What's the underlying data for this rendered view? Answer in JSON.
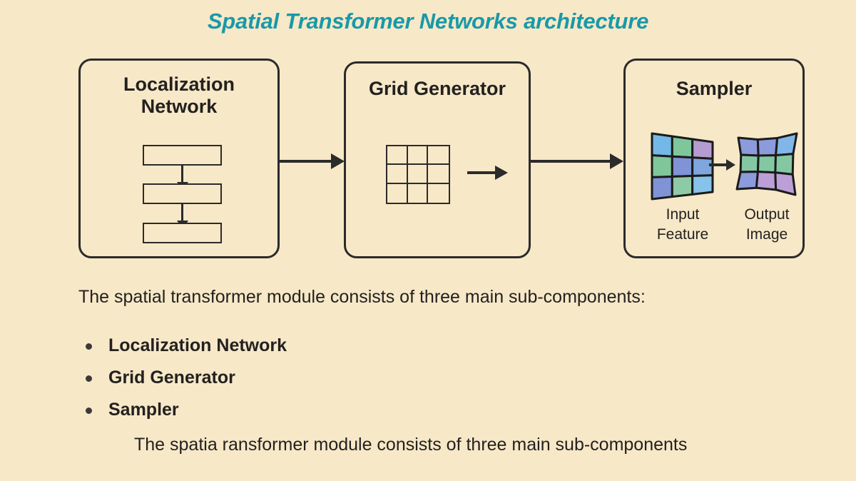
{
  "slide": {
    "background_color": "#f7e8c8",
    "title": "Spatial Transformer Networks architecture",
    "title_color": "#1899a8",
    "text_color": "#23211f"
  },
  "diagram": {
    "stages": [
      {
        "id": "localization",
        "title_line1": "Localization",
        "title_line2": "Network",
        "inner": {
          "type": "layer-stack",
          "layer_count": 3,
          "arrow_count": 2,
          "arrow_direction": "down"
        }
      },
      {
        "id": "grid-generator",
        "title_line1": "Grid Generator",
        "title_line2": "",
        "inner": {
          "type": "grid",
          "rows": 3,
          "cols": 3,
          "arrow_direction": "right"
        }
      },
      {
        "id": "sampler",
        "title_line1": "Sampler",
        "title_line2": "",
        "inner": {
          "type": "warped-grids",
          "arrow_direction": "right",
          "input_caption_line1": "Input",
          "input_caption_line2": "Feature",
          "output_caption_line1": "Output",
          "output_caption_line2": "Image",
          "input_cell_colors": [
            "#74b8e8",
            "#7fc79b",
            "#b49cd0",
            "#7fc79b",
            "#7f93d6",
            "#7fa6dd",
            "#7f93d6",
            "#8fcaa6",
            "#86c2ea"
          ],
          "output_cell_colors": [
            "#8b9bdb",
            "#8b9bdb",
            "#81b6e8",
            "#84c8a3",
            "#84c8a3",
            "#84c8a3",
            "#8b9bdb",
            "#bb9fd6",
            "#bb9fd6"
          ],
          "stroke_color": "#1b1b1b"
        }
      }
    ],
    "connector_arrows": [
      {
        "from": "localization",
        "to": "grid-generator"
      },
      {
        "from": "grid-generator",
        "to": "sampler"
      }
    ]
  },
  "body": {
    "lead": "The spatial transformer module consists of three main sub-components:",
    "bullets": [
      "Localization Network",
      "Grid Generator",
      "Sampler"
    ],
    "footer": "The spatia ransformer module consists of three main sub-components"
  }
}
